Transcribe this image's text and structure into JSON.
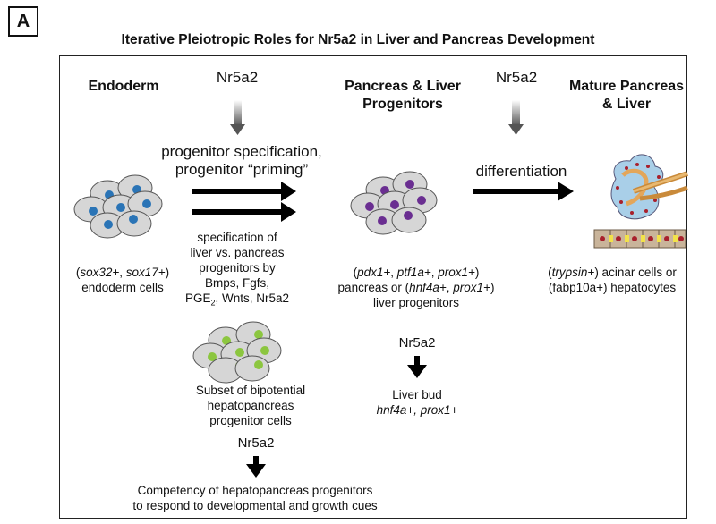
{
  "panel_label": "A",
  "title": "Iterative Pleiotropic Roles for Nr5a2 in Liver and Pancreas Development",
  "stage1": {
    "header": "Endoderm",
    "markers_a": "sox32+",
    "sep_a": ", ",
    "markers_b": "sox17+",
    "desc": "endoderm cells"
  },
  "stage2": {
    "header_line1": "Pancreas & Liver",
    "header_line2": "Progenitors",
    "l1_m1": "pdx1+",
    "l1_m2": "ptf1a+",
    "l1_m3": "prox1+",
    "l2_pre": "pancreas or (",
    "l2_m1": "hnf4a+",
    "l2_m2": "prox1+",
    "l3": "liver progenitors"
  },
  "stage3": {
    "header_line1": "Mature Pancreas",
    "header_line2": "& Liver",
    "l1_m": "trypsin+",
    "l1_rest": ") acinar cells or",
    "l2": "(fabp10a+) hepatocytes"
  },
  "regulator_label": "Nr5a2",
  "step1": {
    "line1": "progenitor specification,",
    "line2": "progenitor “priming”",
    "spec_lines": [
      "specification of",
      "liver vs. pancreas",
      "progenitors by",
      "Bmps, Fgfs,"
    ],
    "spec_last_pre": "PGE",
    "spec_last_sub": "2",
    "spec_last_post": ", Wnts, Nr5a2"
  },
  "step2": {
    "label": "differentiation"
  },
  "bipotential": {
    "lines": [
      "Subset of bipotential",
      "hepatopancreas",
      "progenitor cells"
    ],
    "competency": [
      "Competency of hepatopancreas progenitors",
      "to respond to developmental and growth cues"
    ]
  },
  "liver_bud": {
    "label": "Liver bud",
    "markers": "hnf4a+, prox1+"
  },
  "colors": {
    "cell_fill": "#d6d6d6",
    "endoderm_nucleus": "#2a74b6",
    "progenitor_nucleus": "#6a2e91",
    "bipotential_nucleus": "#8cc63f",
    "acinar_cell": "#a9cfe8",
    "hepatocyte": "#c9b49a",
    "hepatocyte_spot": "#f2e24a",
    "duct": "#e3a65a",
    "nucleus_red": "#a8202c"
  }
}
